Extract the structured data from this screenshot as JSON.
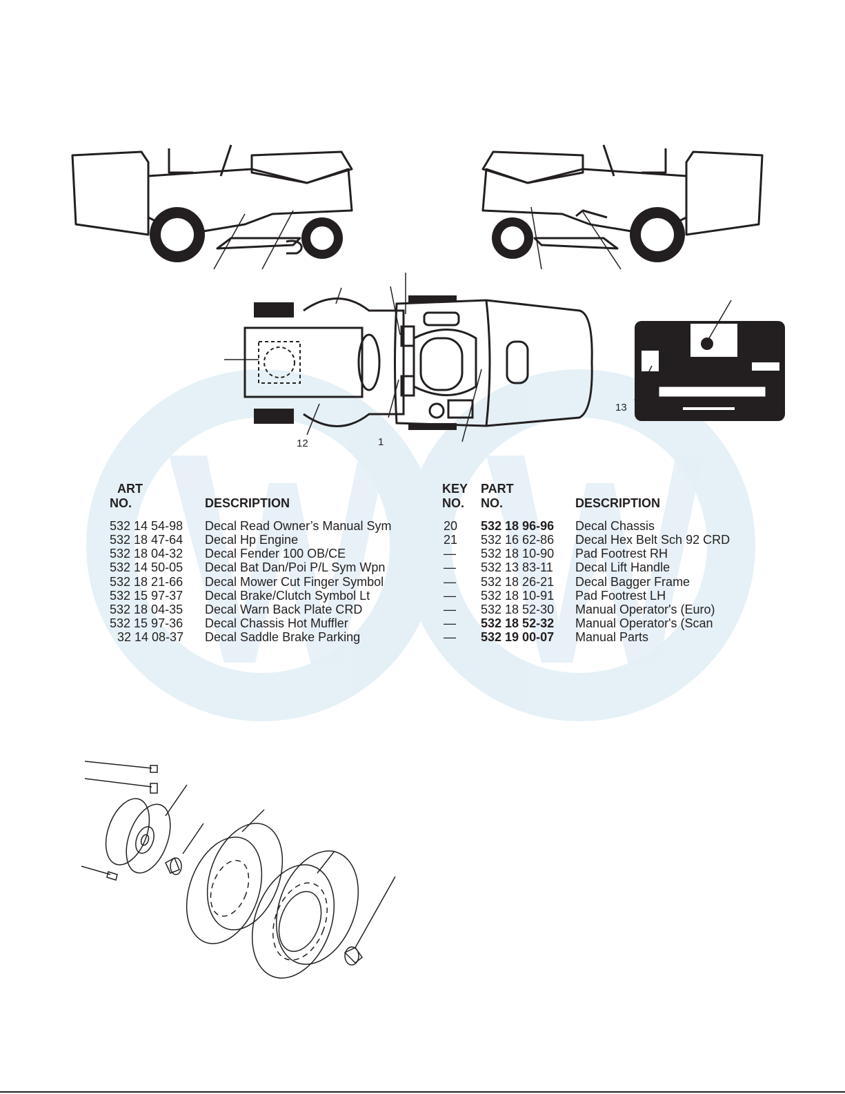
{
  "callouts": {
    "c12": "12",
    "c1": "1",
    "c13": "13"
  },
  "left_table": {
    "header": {
      "part_line1": "ART",
      "part_line2": "NO.",
      "description": "DESCRIPTION"
    },
    "rows": [
      {
        "part": "532 14 54-98",
        "description": "Decal Read Owner’s Manual Sym"
      },
      {
        "part": "532 18 47-64",
        "description": "Decal Hp Engine"
      },
      {
        "part": "532 18 04-32",
        "description": "Decal Fender 100 OB/CE"
      },
      {
        "part": "532 14 50-05",
        "description": "Decal Bat Dan/Poi P/L Sym Wpn"
      },
      {
        "part": "532 18 21-66",
        "description": "Decal Mower Cut Finger Symbol"
      },
      {
        "part": "532 15 97-37",
        "description": "Decal Brake/Clutch Symbol Lt"
      },
      {
        "part": "532 18 04-35",
        "description": "Decal Warn Back Plate CRD"
      },
      {
        "part": "532 15 97-36",
        "description": "Decal Chassis Hot Muffler"
      },
      {
        "part": "32 14 08-37",
        "description": "Decal Saddle Brake Parking"
      }
    ]
  },
  "right_table": {
    "header": {
      "key_line1": "KEY",
      "key_line2": "NO.",
      "part_line1": "PART",
      "part_line2": "NO.",
      "description": "DESCRIPTION"
    },
    "rows": [
      {
        "key": "20",
        "part": "532 18 96-96",
        "description": "Decal Chassis",
        "bold": true
      },
      {
        "key": "21",
        "part": "532 16 62-86",
        "description": "Decal Hex Belt Sch 92 CRD",
        "bold": false
      },
      {
        "key": "—",
        "part": "532 18 10-90",
        "description": "Pad Footrest RH",
        "bold": false
      },
      {
        "key": "—",
        "part": "532 13 83-11",
        "description": "Decal Lift Handle",
        "bold": false
      },
      {
        "key": "—",
        "part": "532 18 26-21",
        "description": "Decal Bagger Frame",
        "bold": false
      },
      {
        "key": "—",
        "part": "532 18 10-91",
        "description": "Pad Footrest LH",
        "bold": false
      },
      {
        "key": "—",
        "part": "532 18 52-30",
        "description": "Manual Operator's (Euro)",
        "bold": false
      },
      {
        "key": "—",
        "part": "532 18 52-32",
        "description": "Manual Operator's (Scan",
        "bold": true
      },
      {
        "key": "—",
        "part": "532 19 00-07",
        "description": "Manual Parts",
        "bold": true
      }
    ]
  },
  "colors": {
    "ink": "#231f20",
    "watermark": "#dcebf3"
  }
}
